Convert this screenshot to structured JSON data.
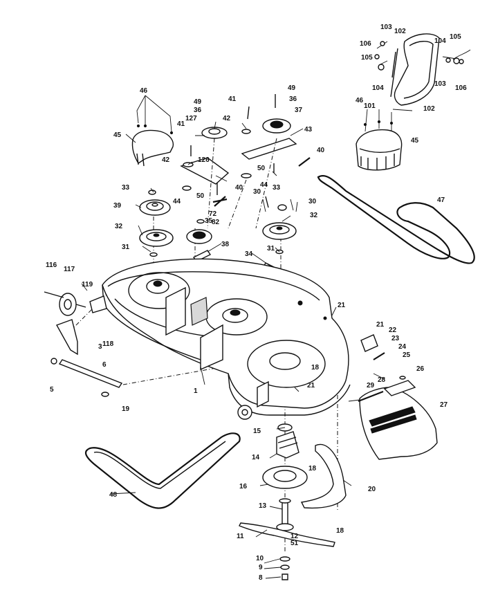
{
  "diagram": {
    "labels": [
      {
        "id": "l106a",
        "text": "106"
      },
      {
        "id": "l103a",
        "text": "103"
      },
      {
        "id": "l102a",
        "text": "102"
      },
      {
        "id": "l104a",
        "text": "104"
      },
      {
        "id": "l105a",
        "text": "105"
      },
      {
        "id": "l105b",
        "text": "105"
      },
      {
        "id": "l104b",
        "text": "104"
      },
      {
        "id": "l103b",
        "text": "103"
      },
      {
        "id": "l106b",
        "text": "106"
      },
      {
        "id": "l46a",
        "text": "46"
      },
      {
        "id": "l46b",
        "text": "46"
      },
      {
        "id": "l101",
        "text": "101"
      },
      {
        "id": "l102b",
        "text": "102"
      },
      {
        "id": "l45a",
        "text": "45"
      },
      {
        "id": "l45b",
        "text": "45"
      },
      {
        "id": "l49a",
        "text": "49"
      },
      {
        "id": "l36a",
        "text": "36"
      },
      {
        "id": "l127",
        "text": "127"
      },
      {
        "id": "l41a",
        "text": "41"
      },
      {
        "id": "l42a",
        "text": "42"
      },
      {
        "id": "l49b",
        "text": "49"
      },
      {
        "id": "l36b",
        "text": "36"
      },
      {
        "id": "l37",
        "text": "37"
      },
      {
        "id": "l43",
        "text": "43"
      },
      {
        "id": "l41b",
        "text": "41"
      },
      {
        "id": "l126",
        "text": "126"
      },
      {
        "id": "l42b",
        "text": "42"
      },
      {
        "id": "l50a",
        "text": "50"
      },
      {
        "id": "l40a",
        "text": "40"
      },
      {
        "id": "l50b",
        "text": "50"
      },
      {
        "id": "l44a",
        "text": "44"
      },
      {
        "id": "l40b",
        "text": "40"
      },
      {
        "id": "l44b",
        "text": "44"
      },
      {
        "id": "l33a",
        "text": "33"
      },
      {
        "id": "l30a",
        "text": "30"
      },
      {
        "id": "l33b",
        "text": "33"
      },
      {
        "id": "l30b",
        "text": "30"
      },
      {
        "id": "l39",
        "text": "39"
      },
      {
        "id": "l35",
        "text": "35"
      },
      {
        "id": "l72",
        "text": "72"
      },
      {
        "id": "l82",
        "text": "82"
      },
      {
        "id": "l32a",
        "text": "32"
      },
      {
        "id": "l32b",
        "text": "32"
      },
      {
        "id": "l31a",
        "text": "31"
      },
      {
        "id": "l31b",
        "text": "31"
      },
      {
        "id": "l38",
        "text": "38"
      },
      {
        "id": "l34",
        "text": "34"
      },
      {
        "id": "l47",
        "text": "47"
      },
      {
        "id": "l116",
        "text": "116"
      },
      {
        "id": "l117",
        "text": "117"
      },
      {
        "id": "l119",
        "text": "119"
      },
      {
        "id": "l3",
        "text": "3"
      },
      {
        "id": "l118",
        "text": "118"
      },
      {
        "id": "l6",
        "text": "6"
      },
      {
        "id": "l5",
        "text": "5"
      },
      {
        "id": "l19",
        "text": "19"
      },
      {
        "id": "l1",
        "text": "1"
      },
      {
        "id": "l21a",
        "text": "21"
      },
      {
        "id": "l21b",
        "text": "21"
      },
      {
        "id": "l21c",
        "text": "21"
      },
      {
        "id": "l22",
        "text": "22"
      },
      {
        "id": "l23",
        "text": "23"
      },
      {
        "id": "l24",
        "text": "24"
      },
      {
        "id": "l25",
        "text": "25"
      },
      {
        "id": "l26",
        "text": "26"
      },
      {
        "id": "l28",
        "text": "28"
      },
      {
        "id": "l29",
        "text": "29"
      },
      {
        "id": "l27",
        "text": "27"
      },
      {
        "id": "l18a",
        "text": "18"
      },
      {
        "id": "l15",
        "text": "15"
      },
      {
        "id": "l14",
        "text": "14"
      },
      {
        "id": "l18b",
        "text": "18"
      },
      {
        "id": "l16",
        "text": "16"
      },
      {
        "id": "l20",
        "text": "20"
      },
      {
        "id": "l48",
        "text": "48"
      },
      {
        "id": "l13",
        "text": "13"
      },
      {
        "id": "l18c",
        "text": "18"
      },
      {
        "id": "l11",
        "text": "11"
      },
      {
        "id": "l12",
        "text": "12"
      },
      {
        "id": "l51",
        "text": "51"
      },
      {
        "id": "l10",
        "text": "10"
      },
      {
        "id": "l9",
        "text": "9"
      },
      {
        "id": "l8",
        "text": "8"
      }
    ]
  }
}
